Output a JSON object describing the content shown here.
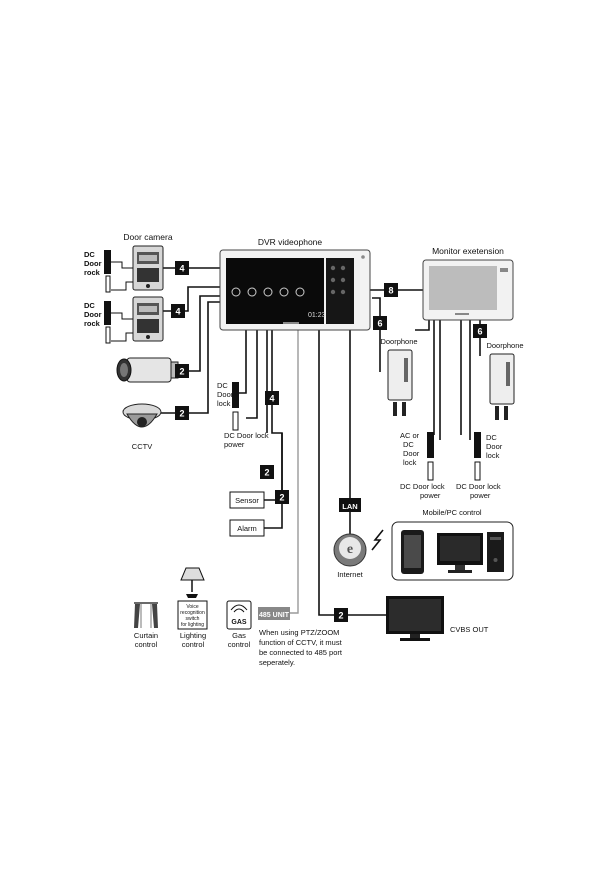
{
  "main_device": {
    "title": "DVR videophone",
    "time": "01:23"
  },
  "door_camera": {
    "title": "Door camera"
  },
  "dc_door_rock": {
    "line1": "DC",
    "line2": "Door",
    "line3": "rock"
  },
  "cctv": {
    "label": "CCTV"
  },
  "dc_door_lock": {
    "line1": "DC",
    "line2": "Door",
    "line3": "lock",
    "power": "DC Door lock",
    "power2": "power"
  },
  "sensor": {
    "label": "Sensor"
  },
  "alarm": {
    "label": "Alarm"
  },
  "monitor_ext": {
    "title": "Monitor exetension"
  },
  "doorphone": {
    "label": "Doorphone"
  },
  "ac_dc_lock": {
    "line1": "AC or",
    "line2": "DC",
    "line3": "Door",
    "line4": "lock",
    "power": "DC Door lock",
    "power2": "power"
  },
  "dc_lock_right": {
    "line1": "DC",
    "line2": "Door",
    "line3": "lock",
    "power": "DC Door lock",
    "power2": "power"
  },
  "lan": {
    "label": "LAN"
  },
  "internet": {
    "label": "Internet"
  },
  "mobile_pc": {
    "title": "Mobile/PC control"
  },
  "cvbs": {
    "label": "CVBS OUT"
  },
  "curtain": {
    "line1": "Curtain",
    "line2": "control"
  },
  "voice": {
    "line1": "Voice",
    "line2": "recognition",
    "line3": "switch",
    "line4": "for lighting"
  },
  "lighting": {
    "line1": "Lighting",
    "line2": "control"
  },
  "gas": {
    "icon_text": "GAS",
    "line1": "Gas",
    "line2": "control"
  },
  "unit485": {
    "label": "485 UNIT"
  },
  "note": {
    "line1": "When using PTZ/ZOOM",
    "line2": "function of CCTV, it must",
    "line3": "be connected to 485 port",
    "line4": "seperately."
  },
  "badges": {
    "b4a": "4",
    "b4b": "4",
    "b2a": "2",
    "b2b": "2",
    "b4c": "4",
    "b2c": "2",
    "b2d": "2",
    "b8": "8",
    "b6a": "6",
    "b6b": "6",
    "b2e": "2"
  }
}
